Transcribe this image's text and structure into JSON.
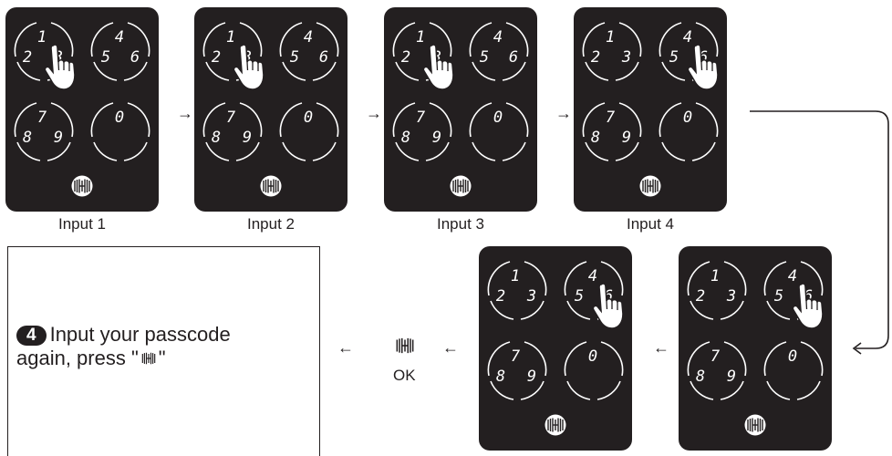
{
  "keypad": {
    "key_labels": {
      "k1": "1",
      "k2": "2",
      "k3": "3",
      "k4": "4",
      "k5": "5",
      "k6": "6",
      "k7": "7",
      "k8": "8",
      "k9": "9",
      "k0": "0"
    }
  },
  "steps": [
    {
      "caption": "Input 1",
      "pressed_key": "3"
    },
    {
      "caption": "Input 2",
      "pressed_key": "3"
    },
    {
      "caption": "Input 3",
      "pressed_key": "3"
    },
    {
      "caption": "Input 4",
      "pressed_key": "6"
    },
    {
      "caption": "",
      "pressed_key": "6"
    },
    {
      "caption": "",
      "pressed_key": "6"
    }
  ],
  "confirm": {
    "ok_label": "OK",
    "icon": "fingerprint-icon"
  },
  "instruction": {
    "step_number": "4",
    "text_line1": "Input your passcode",
    "text_line2_prefix": "again, press \"",
    "text_line2_suffix": "\""
  },
  "colors": {
    "panel": "#231f20",
    "key_outline": "#ffffff",
    "hand": "#ffffff"
  }
}
